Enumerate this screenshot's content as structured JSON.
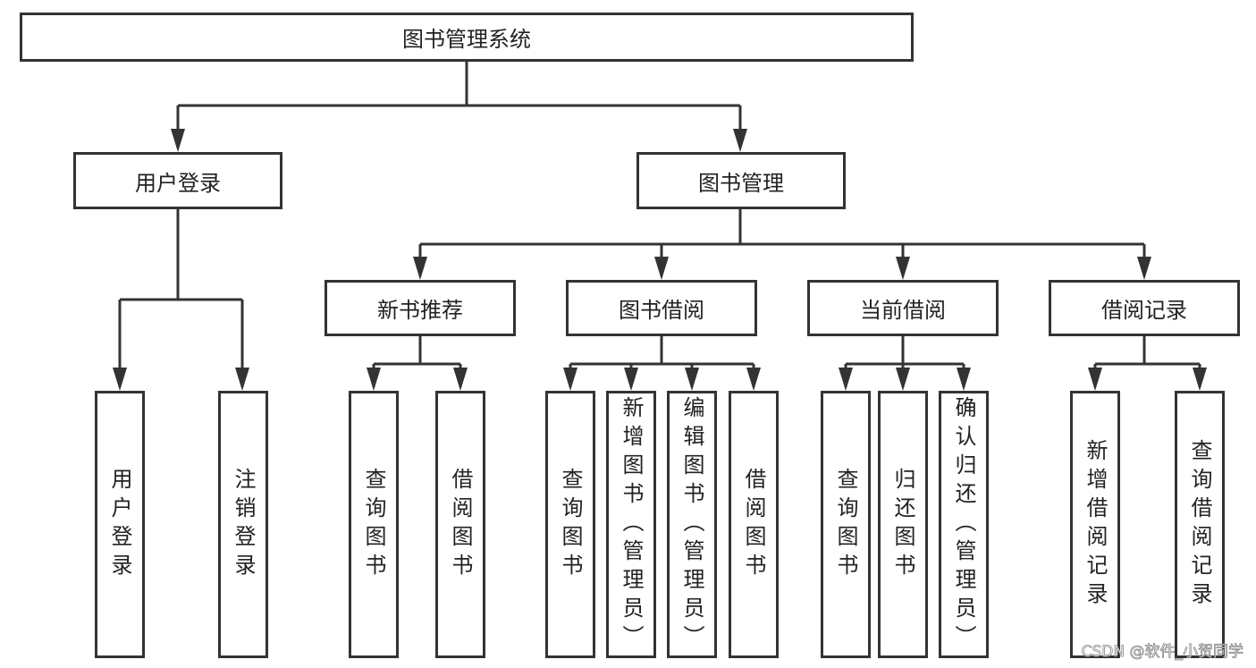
{
  "diagram": {
    "root": "图书管理系统",
    "level1": [
      "用户登录",
      "图书管理"
    ],
    "user_login_children": [
      "用户登录",
      "注销登录"
    ],
    "book_mgmt_children": [
      "新书推荐",
      "图书借阅",
      "当前借阅",
      "借阅记录"
    ],
    "new_books_children": [
      "查询图书",
      "借阅图书"
    ],
    "borrow_children": [
      "查询图书",
      "新增图书（管理员）",
      "编辑图书（管理员）",
      "借阅图书"
    ],
    "current_children": [
      "查询图书",
      "归还图书",
      "确认归还（管理员）"
    ],
    "records_children": [
      "新增借阅记录",
      "查询借阅记录"
    ],
    "colors": {
      "stroke": "#333333",
      "background": "#ffffff"
    }
  },
  "watermark": "CSDN @软件_小贺同学"
}
